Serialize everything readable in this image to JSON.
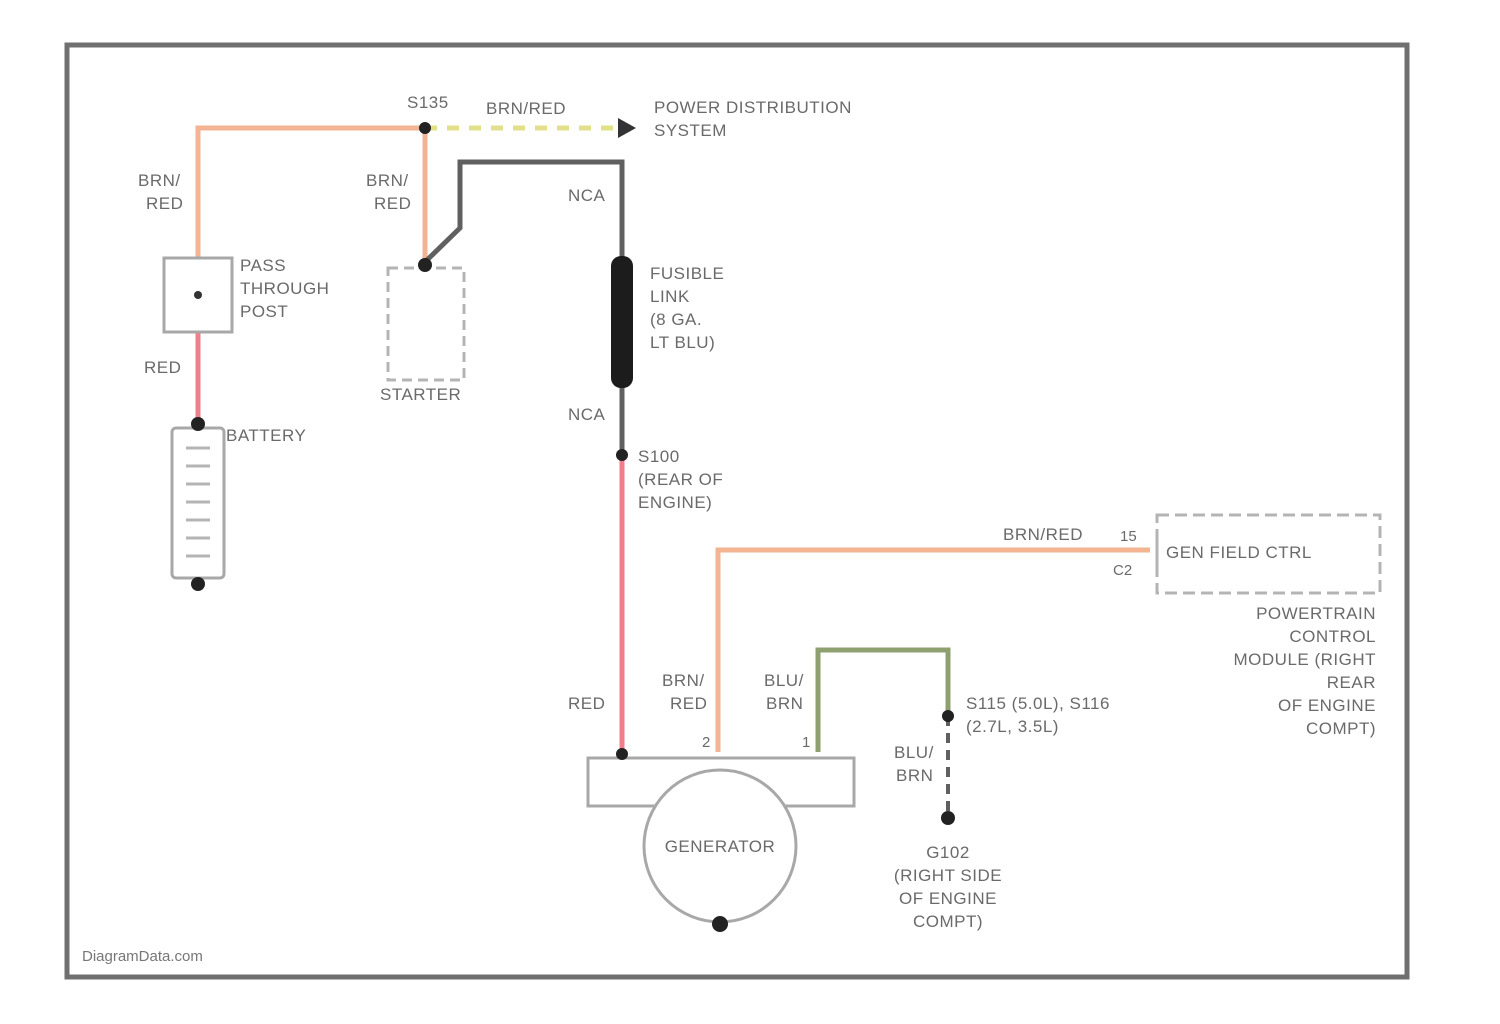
{
  "diagram": {
    "footer": "DiagramData.com",
    "colors": {
      "frame": "#707070",
      "brn_red": "#f2b493",
      "red": "#f07f8a",
      "gray": "#606060",
      "yellow": "#e3e08a",
      "blu_brn": "#8fa070",
      "component": "#a8a8a8",
      "dashed": "#b4b4b4"
    },
    "splices": {
      "s135": "S135",
      "s100": [
        "S100",
        "(REAR OF",
        "ENGINE)"
      ],
      "s115": [
        "S115 (5.0L), S116",
        "(2.7L, 3.5L)"
      ],
      "g102": [
        "G102",
        "(RIGHT SIDE",
        "OF ENGINE",
        "COMPT)"
      ]
    },
    "wires": {
      "brn_red_top": "BRN/RED",
      "brn_red_left": [
        "BRN/",
        "RED"
      ],
      "brn_red_starter": [
        "BRN/",
        "RED"
      ],
      "red_left": "RED",
      "nca_top": "NCA",
      "nca_bottom": "NCA",
      "red_gen": "RED",
      "brn_red_gen": [
        "BRN/",
        "RED"
      ],
      "blu_brn_gen": [
        "BLU/",
        "BRN"
      ],
      "blu_brn_ground": [
        "BLU/",
        "BRN"
      ],
      "brn_red_pcm": "BRN/RED"
    },
    "components": {
      "power_distribution": [
        "POWER DISTRIBUTION",
        "SYSTEM"
      ],
      "pass_through_post": [
        "PASS",
        "THROUGH",
        "POST"
      ],
      "starter": "STARTER",
      "fusible_link": [
        "FUSIBLE",
        "LINK",
        "(8 GA.",
        "LT BLU)"
      ],
      "battery": "BATTERY",
      "generator": "GENERATOR",
      "gen_field_ctrl": "GEN FIELD CTRL",
      "pcm": [
        "POWERTRAIN",
        "CONTROL",
        "MODULE (RIGHT",
        "REAR",
        "OF ENGINE",
        "COMPT)"
      ]
    },
    "pins": {
      "pcm_pin_a": "15",
      "pcm_pin_b": "C2",
      "gen_pin_a": "2",
      "gen_pin_b": "1"
    }
  }
}
